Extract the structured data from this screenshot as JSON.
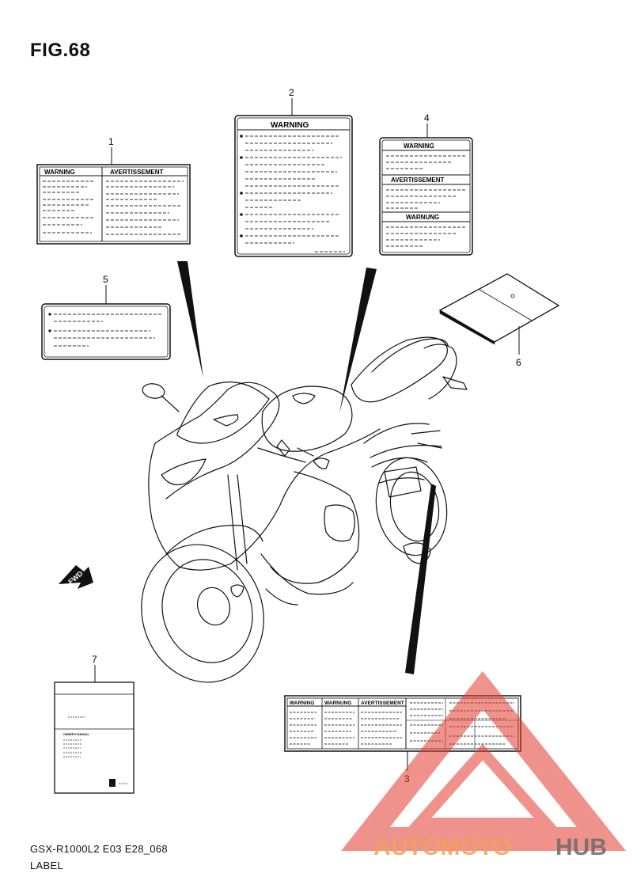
{
  "figure": {
    "title": "FIG.68"
  },
  "footer": {
    "model": "GSX-R1000L2 E03 E28_068",
    "section": "LABEL"
  },
  "callouts": [
    "1",
    "2",
    "3",
    "4",
    "5",
    "6",
    "7"
  ],
  "labels": {
    "label1": {
      "left_header": "WARNING",
      "right_header": "AVERTISSEMENT"
    },
    "label2": {
      "header": "WARNING"
    },
    "label3": {
      "h1": "WARNING",
      "h2": "WARNUNG",
      "h3": "AVERTISSEMENT"
    },
    "label4": {
      "h1": "WARNING",
      "h2": "AVERTISSEMENT",
      "h3": "WARNUNG"
    },
    "label7": {
      "title": "OWNER'S MANUAL"
    }
  },
  "fwd_arrow": {
    "text": "FWD"
  },
  "watermark": {
    "part1": "AUTOMOTO",
    "part2": "HUB"
  },
  "colors": {
    "line": "#111111",
    "watermark_red": "#e23a2e",
    "watermark_orange": "#f0a25a",
    "watermark_grey": "#6b6b6b"
  }
}
